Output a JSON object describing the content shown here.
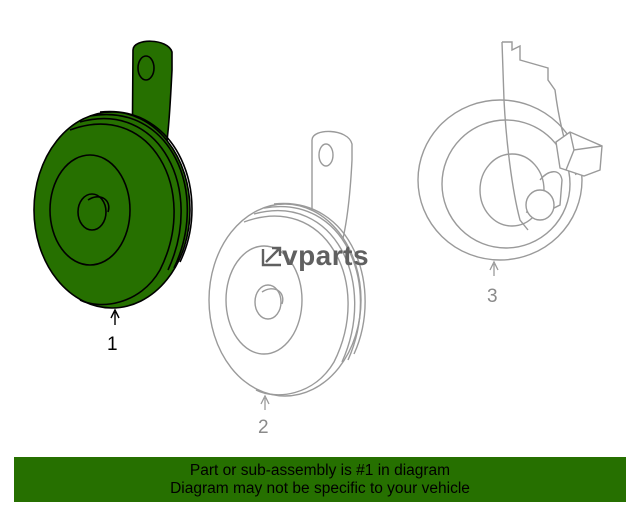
{
  "diagram": {
    "parts": [
      {
        "number": "1",
        "state": "highlighted"
      },
      {
        "number": "2",
        "state": "faded"
      },
      {
        "number": "3",
        "state": "faded"
      }
    ],
    "watermark": {
      "prefix_icon": "box-arrow-logo-icon",
      "text": "vparts"
    },
    "colors": {
      "highlight_fill": "#267000",
      "highlight_stroke": "#000000",
      "faded_stroke": "#9a9a9a",
      "faded_text": "#8a8a8a"
    }
  },
  "banner": {
    "line1": "Part or sub-assembly is #1 in diagram",
    "line2": "Diagram may not be specific to your vehicle",
    "background": "#267000"
  }
}
